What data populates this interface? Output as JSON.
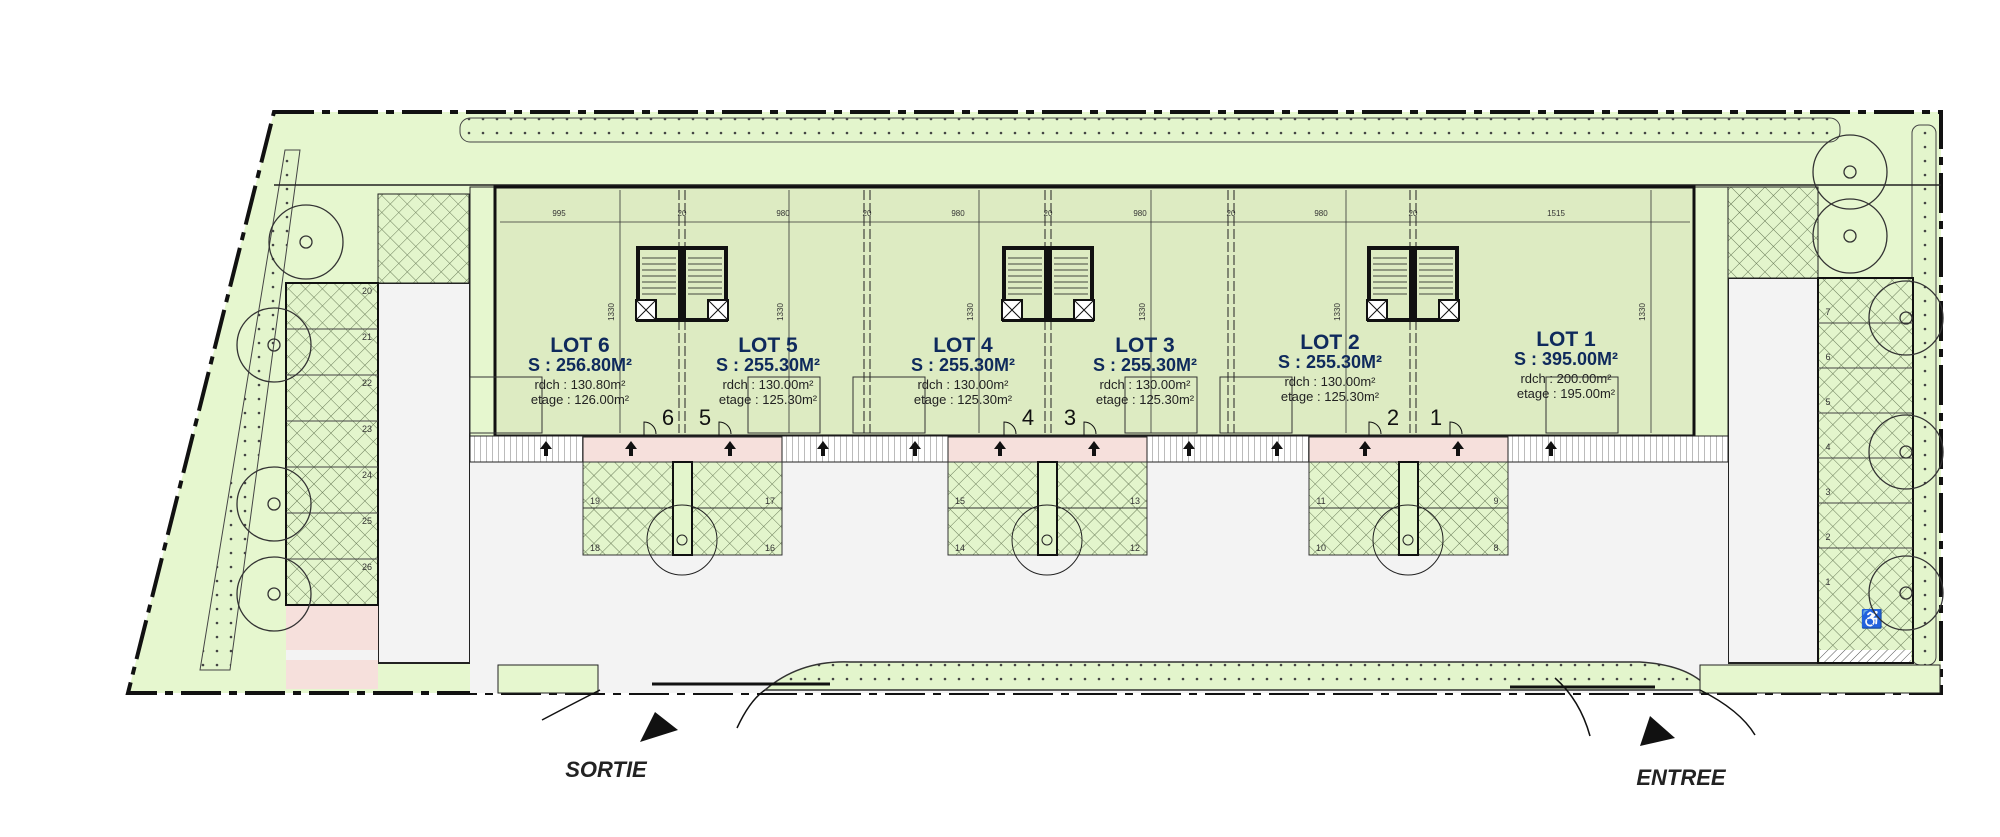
{
  "gates": {
    "exit_label": "SORTIE",
    "entry_label": "ENTREE"
  },
  "lots": [
    {
      "name": "LOT 6",
      "surface": "S : 256.80M²",
      "rdch": "rdch : 130.80m²",
      "etage": "etage : 126.00m²",
      "door": "6"
    },
    {
      "name": "LOT 5",
      "surface": "S : 255.30M²",
      "rdch": "rdch : 130.00m²",
      "etage": "etage : 125.30m²",
      "door": "5"
    },
    {
      "name": "LOT 4",
      "surface": "S : 255.30M²",
      "rdch": "rdch : 130.00m²",
      "etage": "etage : 125.30m²",
      "door": "4"
    },
    {
      "name": "LOT 3",
      "surface": "S : 255.30M²",
      "rdch": "rdch : 130.00m²",
      "etage": "etage : 125.30m²",
      "door": "3"
    },
    {
      "name": "LOT 2",
      "surface": "S : 255.30M²",
      "rdch": "rdch : 130.00m²",
      "etage": "etage : 125.30m²",
      "door": "2"
    },
    {
      "name": "LOT 1",
      "surface": "S : 395.00M²",
      "rdch": "rdch : 200.00m²",
      "etage": "etage : 195.00m²",
      "door": "1"
    }
  ],
  "dimensions": {
    "widths": [
      "995",
      "20",
      "980",
      "20",
      "980",
      "20",
      "980",
      "20",
      "980",
      "20",
      "1515"
    ],
    "depth": "1330"
  },
  "parking": {
    "left": [
      "20",
      "21",
      "22",
      "23",
      "24",
      "25",
      "26"
    ],
    "blocks": [
      [
        "19",
        "17",
        "18",
        "16"
      ],
      [
        "15",
        "13",
        "14",
        "12"
      ],
      [
        "11",
        "9",
        "10",
        "8"
      ]
    ],
    "right": [
      "7",
      "6",
      "5",
      "4",
      "3",
      "2",
      "1"
    ]
  },
  "colors": {
    "lawn": "#e6f7cf",
    "building": "#ddebc2",
    "road": "#f3f3f3",
    "paving": "#f6e0dc",
    "text": "#0f2a5c"
  }
}
